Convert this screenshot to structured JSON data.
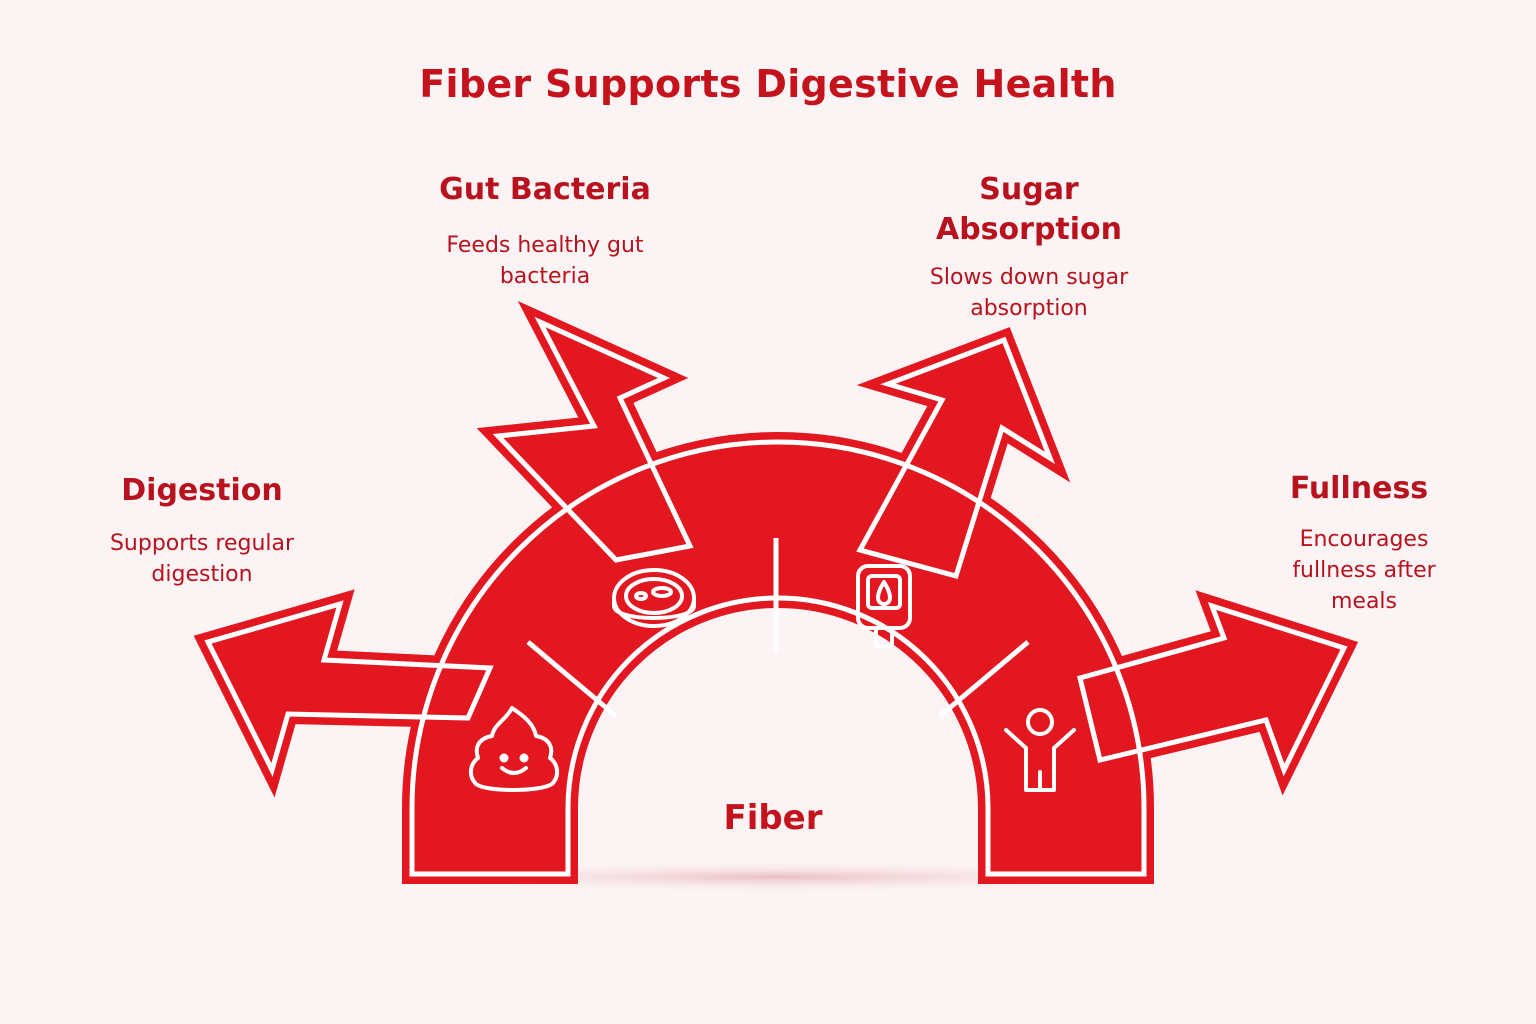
{
  "title": "Fiber Supports Digestive Health",
  "hub": {
    "label": "Fiber"
  },
  "branches": [
    {
      "heading": "Digestion",
      "description": "Supports regular digestion",
      "icon": "poop-smiley-icon"
    },
    {
      "heading": "Gut Bacteria",
      "description": "Feeds healthy gut bacteria",
      "icon": "petri-dish-icon"
    },
    {
      "heading": "Sugar Absorption",
      "description": "Slows down sugar absorption",
      "icon": "glucose-meter-icon"
    },
    {
      "heading": "Fullness",
      "description": "Encourages fullness after meals",
      "icon": "happy-person-icon"
    }
  ],
  "colors": {
    "primary": "#e3171f",
    "text": "#c4131d",
    "background": "#fcf3f4"
  }
}
